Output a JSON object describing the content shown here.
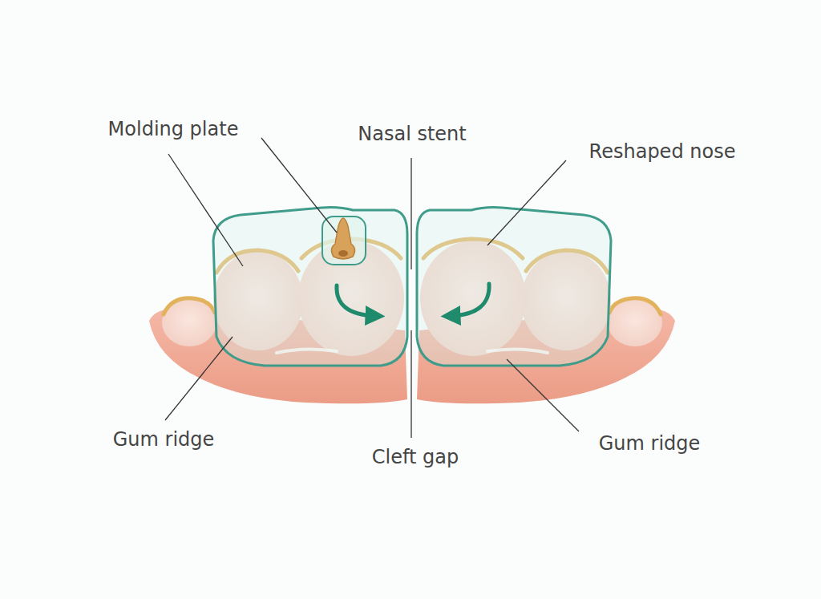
{
  "diagram": {
    "labels": [
      "Molding plate",
      "Nasal stent",
      "Reshaped nose",
      "Gum ridge",
      "Cleft gap",
      "Gum ridge"
    ]
  }
}
